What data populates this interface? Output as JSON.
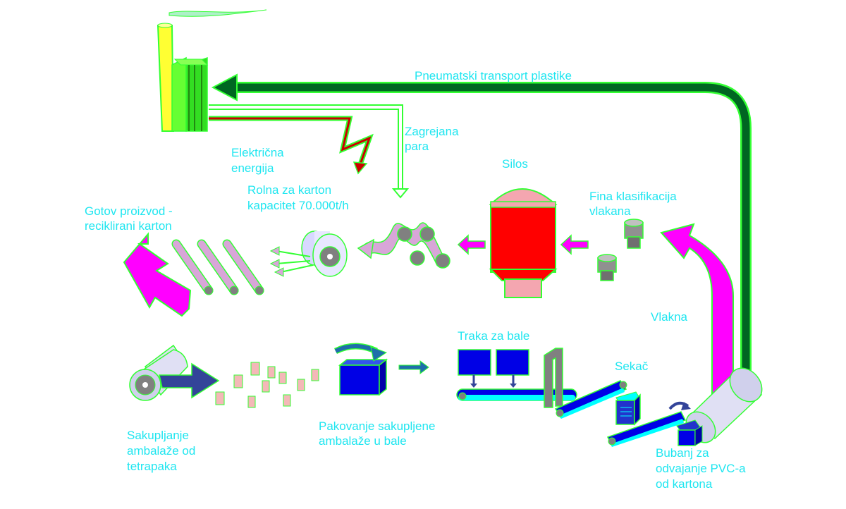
{
  "labels": {
    "pneumatic": "Pneumatski transport plastike",
    "steam_1": "Zagrejana",
    "steam_2": "para",
    "electric_1": "Električna",
    "electric_2": "energija",
    "silos": "Silos",
    "roll_1": "Rolna za karton",
    "roll_2": "kapacitet 70.000t/h",
    "fine_1": "Fina klasifikacija",
    "fine_2": "vlakana",
    "finished_1": "Gotov proizvod -",
    "finished_2": "reciklirani karton",
    "fiber": "Vlakna",
    "bale_belt": "Traka za bale",
    "cutter": "Sekač",
    "collect_1": "Sakupljanje",
    "collect_2": "ambalaže od",
    "collect_3": "tetrapaka",
    "pack_1": "Pakovanje sakupljene",
    "pack_2": "ambalaže u bale",
    "drum_1": "Bubanj za",
    "drum_2": "odvajanje PVC-a",
    "drum_3": "od kartona"
  },
  "colors": {
    "label": "#1fe6f0",
    "outline": "#33ff33",
    "magenta": "#ff00ff",
    "dark_green": "#006622",
    "blue": "#0000e6",
    "cyan": "#00ffff",
    "red": "#ff0000",
    "pink": "#f4a6b0",
    "lilac": "#d8a6d8",
    "grey": "#808080"
  }
}
